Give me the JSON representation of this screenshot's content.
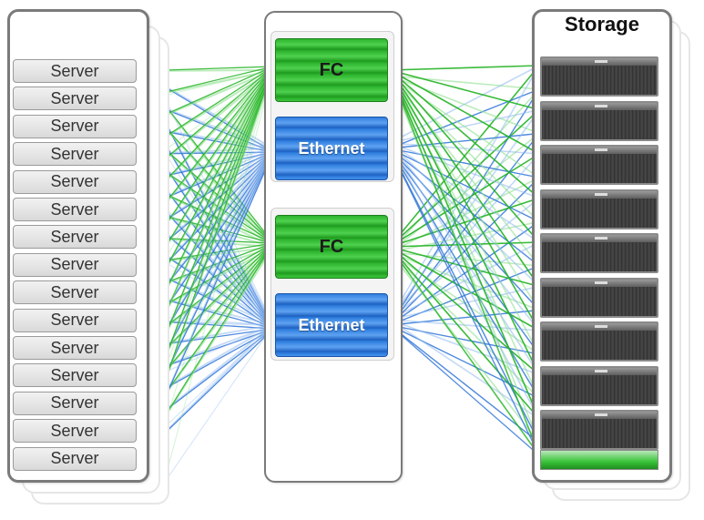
{
  "servers": {
    "items": [
      "Server",
      "Server",
      "Server",
      "Server",
      "Server",
      "Server",
      "Server",
      "Server",
      "Server",
      "Server",
      "Server",
      "Server",
      "Server",
      "Server",
      "Server"
    ]
  },
  "switches": [
    {
      "label": "FC",
      "kind": "fc"
    },
    {
      "label": "Ethernet",
      "kind": "ethernet"
    },
    {
      "label": "FC",
      "kind": "fc"
    },
    {
      "label": "Ethernet",
      "kind": "ethernet"
    }
  ],
  "storage": {
    "title": "Storage",
    "array_units": 9
  },
  "colors": {
    "fc_link": "#22b322",
    "fc_link_light": "#8fe08f",
    "ethernet_link": "#2f74d8",
    "ethernet_link_light": "#8fb9ef",
    "rack_border": "#7a7a7a"
  }
}
